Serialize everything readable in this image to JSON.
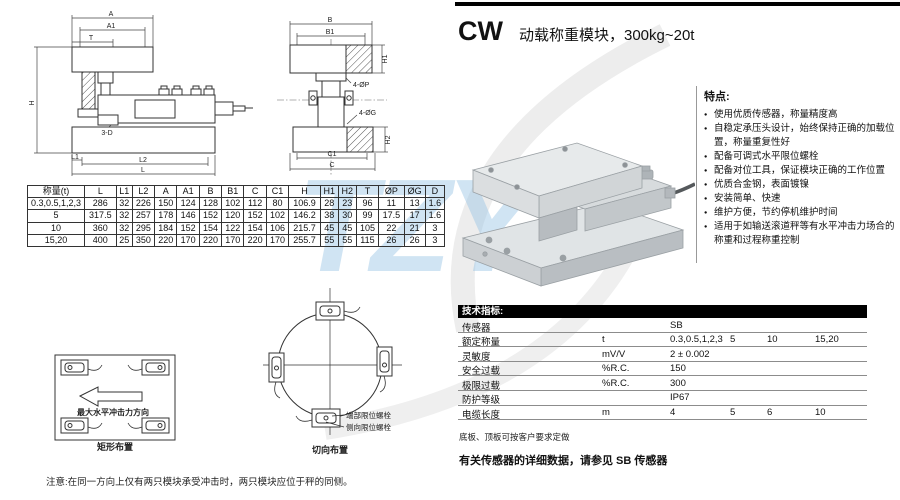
{
  "header": {
    "code": "CW",
    "title": "动载称重模块，300kg~20t"
  },
  "features": {
    "heading": "特点:",
    "items": [
      "使用优质传感器，称量精度高",
      "自稳定承压头设计，始终保持正确的加载位置，称量重复性好",
      "配备可调式水平限位螺栓",
      "配备对位工具，保证模块正确的工作位置",
      "优质合金钢，表面镀镍",
      "安装简单、快速",
      "维护方便，节约停机维护时间",
      "适用于如输送滚道秤等有水平冲击力场合的称重和过程称重控制"
    ]
  },
  "drawings": {
    "side": {
      "a": "A",
      "a1": "A1",
      "t": "T",
      "h": "H",
      "l1": "L1",
      "l2": "L2",
      "l": "L",
      "gap": "3-D"
    },
    "front": {
      "b": "B",
      "b1": "B1",
      "h1": "H1",
      "p": "4-ØP",
      "g": "4-ØG",
      "h2": "H2",
      "c1": "C1",
      "c": "C"
    }
  },
  "dim_table": {
    "headers": [
      "称量(t)",
      "L",
      "L1",
      "L2",
      "A",
      "A1",
      "B",
      "B1",
      "C",
      "C1",
      "H",
      "H1",
      "H2",
      "T",
      "ØP",
      "ØG",
      "D"
    ],
    "rows": [
      [
        "0.3,0.5,1,2,3",
        "286",
        "32",
        "226",
        "150",
        "124",
        "128",
        "102",
        "112",
        "80",
        "106.9",
        "28",
        "23",
        "96",
        "11",
        "13",
        "1.6"
      ],
      [
        "5",
        "317.5",
        "32",
        "257",
        "178",
        "146",
        "152",
        "120",
        "152",
        "102",
        "146.2",
        "38",
        "30",
        "99",
        "17.5",
        "17",
        "1.6"
      ],
      [
        "10",
        "360",
        "32",
        "295",
        "184",
        "152",
        "154",
        "122",
        "154",
        "106",
        "215.7",
        "45",
        "45",
        "105",
        "22",
        "21",
        "3"
      ],
      [
        "15,20",
        "400",
        "25",
        "350",
        "220",
        "170",
        "220",
        "170",
        "220",
        "170",
        "255.7",
        "55",
        "55",
        "115",
        "26",
        "26",
        "3"
      ]
    ]
  },
  "layouts": {
    "rect_arrow_label": "最大水平冲击力方向",
    "rect_caption": "矩形布置",
    "circle_caption": "切向布置",
    "bolt_label_end": "端部限位螺栓",
    "bolt_label_side": "侧向限位螺栓"
  },
  "spec": {
    "heading": "技术指标:",
    "rows": [
      {
        "label": "传感器",
        "unit": "",
        "values": [
          "SB"
        ]
      },
      {
        "label": "额定称量",
        "unit": "t",
        "values": [
          "0.3,0.5,1,2,3",
          "5",
          "10",
          "15,20"
        ]
      },
      {
        "label": "灵敏度",
        "unit": "mV/V",
        "values": [
          "2 ± 0.002"
        ]
      },
      {
        "label": "安全过载",
        "unit": "%R.C.",
        "values": [
          "150"
        ]
      },
      {
        "label": "极限过载",
        "unit": "%R.C.",
        "values": [
          "300"
        ]
      },
      {
        "label": "防护等级",
        "unit": "",
        "values": [
          "IP67"
        ]
      },
      {
        "label": "电缆长度",
        "unit": "m",
        "values": [
          "4",
          "5",
          "6",
          "10"
        ]
      }
    ],
    "footnote": "底板、顶板可按客户要求定做",
    "see_also": "有关传感器的详细数据，请参见 SB 传感器"
  },
  "note": "注意:在同一方向上仅有两只模块承受冲击时，两只模块应位于秤的同侧。",
  "watermark": "TZY",
  "colors": {
    "bar_black": "#000000",
    "rule_gray": "#8c8c8c",
    "watermark_blue": "#96c3e4"
  }
}
